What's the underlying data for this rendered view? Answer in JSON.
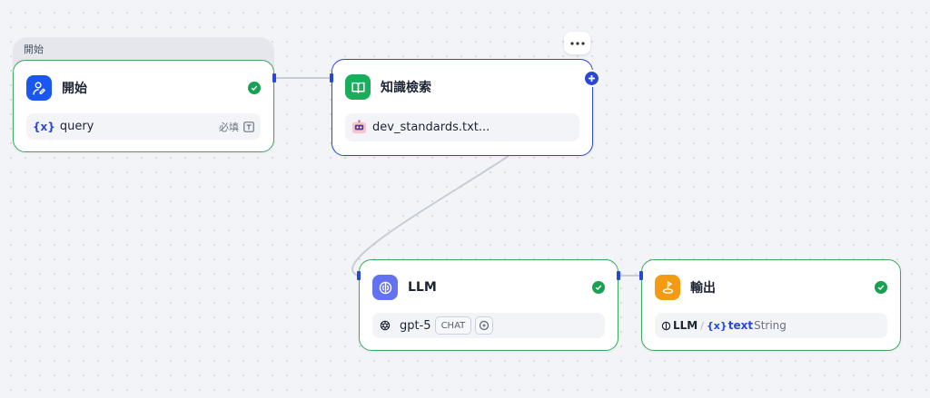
{
  "colors": {
    "accent_blue": "#2a47d8",
    "success_green": "#18a152",
    "start_icon_bg": "#1a56f0",
    "knowledge_icon_bg": "#1aae5c",
    "llm_icon_bg": "#6272f0",
    "output_icon_bg": "#f59b13"
  },
  "group": {
    "label": "開始"
  },
  "nodes": {
    "start": {
      "title": "開始",
      "icon": "user-pen-icon",
      "status_icon": "check-circle-icon",
      "variable": {
        "symbol": "{x}",
        "name": "query",
        "required_label": "必填",
        "type_icon": "text-field-icon"
      }
    },
    "knowledge": {
      "title": "知識檢索",
      "icon": "book-open-icon",
      "more_icon": "more-horizontal-icon",
      "add_icon": "plus-circle-icon",
      "dataset": {
        "icon": "robot-dataset-icon",
        "name": "dev_standards.txt..."
      }
    },
    "llm": {
      "title": "LLM",
      "icon": "brain-icon",
      "status_icon": "check-circle-icon",
      "model": {
        "icon": "openai-icon",
        "name": "gpt-5",
        "mode_badge": "CHAT",
        "settings_icon": "sparkle-settings-icon"
      }
    },
    "output": {
      "title": "輸出",
      "icon": "output-flag-icon",
      "status_icon": "check-circle-icon",
      "ref": {
        "source": "LLM",
        "separator": "/",
        "symbol": "{x}",
        "var_name": "text",
        "var_type": "String"
      }
    }
  }
}
